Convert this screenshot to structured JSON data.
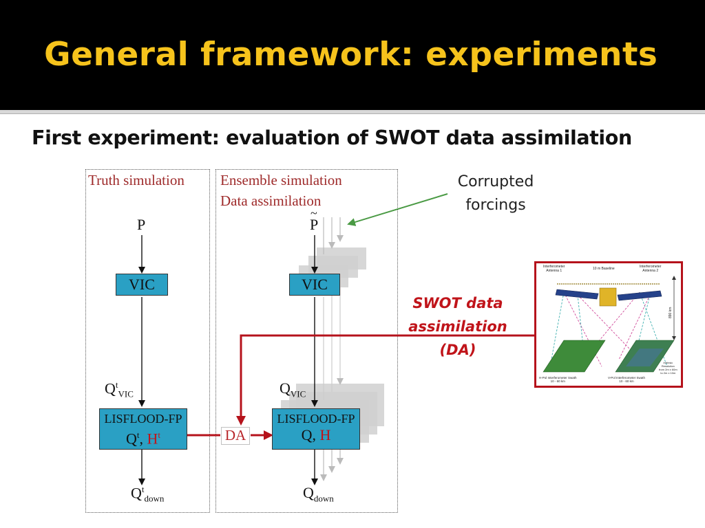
{
  "slide": {
    "title": "General framework: experiments",
    "subtitle": "First experiment: evaluation of SWOT data assimilation"
  },
  "truth_panel": {
    "label": "Truth simulation",
    "input_symbol": "P",
    "vic_box": "VIC",
    "q_vic_main": "Q",
    "q_vic_sup": "t",
    "q_vic_sub": "VIC",
    "lisflood_title": "LISFLOOD-FP",
    "lisflood_q": "Q",
    "lisflood_q_sup": "t",
    "lisflood_sep": ", ",
    "lisflood_h": "H",
    "lisflood_h_sup": "t",
    "q_down_main": "Q",
    "q_down_sup": "t",
    "q_down_sub": "down"
  },
  "ensemble_panel": {
    "label_line1": "Ensemble simulation",
    "label_line2": "Data assimilation",
    "input_symbol": "P",
    "input_tilde": "~",
    "vic_box": "VIC",
    "q_vic_main": "Q",
    "q_vic_sub": "VIC",
    "lisflood_title": "LISFLOOD-FP",
    "lisflood_q": "Q",
    "lisflood_sep": ", ",
    "lisflood_h": "H",
    "q_down_main": "Q",
    "q_down_sub": "down"
  },
  "da_box": "DA",
  "annotations": {
    "corrupted_line1": "Corrupted",
    "corrupted_line2": "forcings",
    "swot_line1": "SWOT data",
    "swot_line2": "assimilation",
    "swot_line3": "(DA)"
  },
  "satellite_figure": {
    "antenna1_line1": "Interferometer",
    "antenna1_line2": "Antenna 1",
    "baseline": "10 m Baseline",
    "antenna2_line1": "Interferometer",
    "antenna2_line2": "Antenna 2",
    "altitude": "890 km",
    "intrinsic_line1": "Intrinsic",
    "intrinsic_line2": "Resolution",
    "intrinsic_line3": "from 2m x 60m",
    "intrinsic_line4": "to 2m x 10m",
    "swath_left_line1": "H-Pol Interferometer Swath",
    "swath_left_line2": "10 - 60 km",
    "swath_right_line1": "V-Pol Interferometer Swath",
    "swath_right_line2": "10 - 60 km"
  },
  "colors": {
    "title": "#f6c31c",
    "box_fill": "#2aa0c4",
    "panel_label": "#9e2a2a",
    "red_arrow": "#b5121b",
    "green_arrow": "#4a9a44"
  }
}
